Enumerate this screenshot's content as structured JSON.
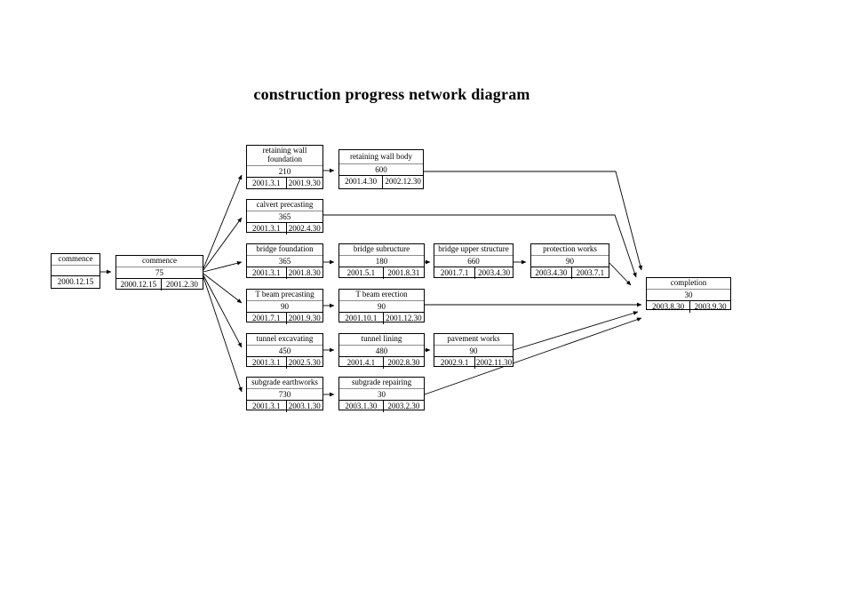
{
  "title": "construction progress network diagram",
  "colors": {
    "line": "#000000",
    "box_border": "#000000",
    "title_divider": "#8c8c8c",
    "background": "#ffffff"
  },
  "nodes": {
    "start": {
      "title": "commence",
      "duration": "",
      "date": "2000.12.15"
    },
    "commence": {
      "title": "commence",
      "duration": "75",
      "start": "2000.12.15",
      "end": "2001.2.30"
    },
    "rw_foundation": {
      "title": "retaining wall foundation",
      "duration": "210",
      "start": "2001.3.1",
      "end": "2001.9.30"
    },
    "rw_body": {
      "title": "retaining wall body",
      "duration": "600",
      "start": "2001.4.30",
      "end": "2002.12.30"
    },
    "calvert": {
      "title": "calvert precasting",
      "duration": "365",
      "start": "2001.3.1",
      "end": "2002.4.30"
    },
    "bridge_foundation": {
      "title": "bridge foundation",
      "duration": "365",
      "start": "2001.3.1",
      "end": "2001.8.30"
    },
    "bridge_sub": {
      "title": "bridge subructure",
      "duration": "180",
      "start": "2001.5.1",
      "end": "2001.8.31"
    },
    "bridge_upper": {
      "title": "bridge upper structure",
      "duration": "660",
      "start": "2001.7.1",
      "end": "2003.4.30"
    },
    "protection": {
      "title": "protection works",
      "duration": "90",
      "start": "2003.4.30",
      "end": "2003.7.1"
    },
    "tbeam_pre": {
      "title": "T beam precasting",
      "duration": "90",
      "start": "2001.7.1",
      "end": "2001.9.30"
    },
    "tbeam_erect": {
      "title": "T beam erection",
      "duration": "90",
      "start": "2001.10.1",
      "end": "2001.12.30"
    },
    "tunnel_exc": {
      "title": "tunnel excavating",
      "duration": "450",
      "start": "2001.3.1",
      "end": "2002.5.30"
    },
    "tunnel_lining": {
      "title": "tunnel lining",
      "duration": "480",
      "start": "2001.4.1",
      "end": "2002.8.30"
    },
    "pavement": {
      "title": "pavement works",
      "duration": "90",
      "start": "2002.9.1",
      "end": "2002.11.30"
    },
    "subgrade_earth": {
      "title": "subgrade earthworks",
      "duration": "730",
      "start": "2001.3.1",
      "end": "2003.1.30"
    },
    "subgrade_repair": {
      "title": "subgrade repairing",
      "duration": "30",
      "start": "2003.1.30",
      "end": "2003.2.30"
    },
    "completion": {
      "title": "completion",
      "duration": "30",
      "start": "2003.8.30",
      "end": "2003.9.30"
    }
  }
}
